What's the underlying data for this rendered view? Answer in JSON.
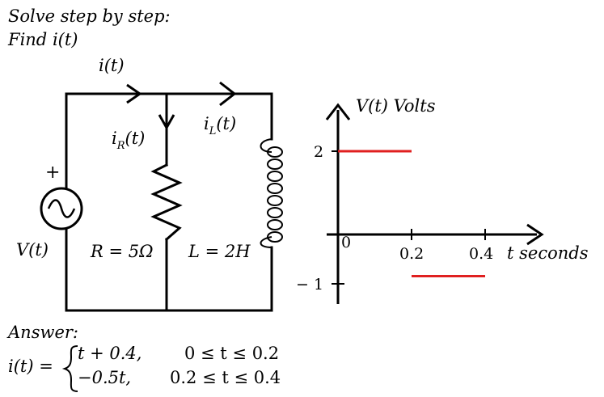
{
  "header": {
    "line1": "Solve step by step:",
    "line2_prefix": "Find ",
    "line2_fn": "i(t)"
  },
  "circuit": {
    "current_total": "i(t)",
    "current_R": "i",
    "current_R_sub": "R",
    "current_R_arg": "(t)",
    "current_L": "i",
    "current_L_sub": "L",
    "current_L_arg": "(t)",
    "source_label": "V(t)",
    "source_plus": "+",
    "resistor_label": "R = 5Ω",
    "inductor_label": "L = 2H"
  },
  "graph": {
    "y_title": "V(t)  Volts",
    "x_title": "t  seconds",
    "y_tick_2": "2",
    "y_tick_neg1": "− 1",
    "x_tick_0": "0",
    "x_tick_02": "0.2",
    "x_tick_04": "0.4",
    "line_color": "#e02020"
  },
  "chart_data": {
    "type": "line",
    "xlabel": "t  seconds",
    "ylabel": "V(t)  Volts",
    "series": [
      {
        "values": [
          {
            "x": 0,
            "y": 2
          },
          {
            "x": 0.2,
            "y": 2
          }
        ]
      },
      {
        "values": [
          {
            "x": 0.2,
            "y": -1
          },
          {
            "x": 0.4,
            "y": -1
          }
        ]
      }
    ],
    "x_ticks": [
      0,
      0.2,
      0.4
    ],
    "y_ticks": [
      2,
      -1
    ]
  },
  "answer": {
    "title": "Answer:",
    "lhs": "i(t) =",
    "case1_expr": "t + 0.4,",
    "case1_cond": "0 ≤ t ≤ 0.2",
    "case2_expr": "−0.5t,",
    "case2_cond": "0.2 ≤ t ≤ 0.4"
  }
}
